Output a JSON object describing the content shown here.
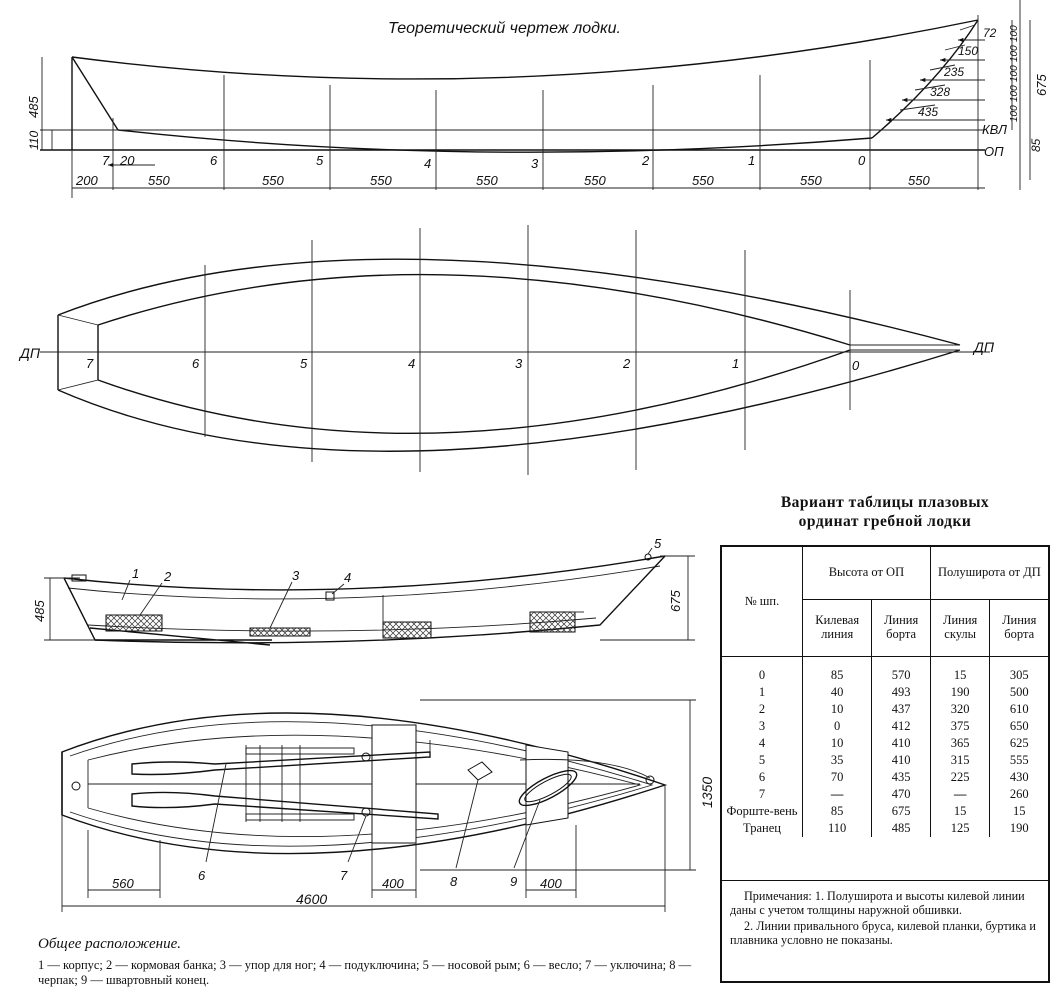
{
  "drawing": {
    "title": "Теоретический чертеж лодки.",
    "profile": {
      "station_labels": [
        "7",
        "6",
        "5",
        "4",
        "3",
        "2",
        "1",
        "0"
      ],
      "dim_200": "200",
      "dim_20": "20",
      "spacing_labels": [
        "550",
        "550",
        "550",
        "550",
        "550",
        "550",
        "550",
        "550"
      ],
      "left_485": "485",
      "left_110": "110",
      "bow_offsets": [
        "72",
        "150",
        "235",
        "328",
        "435"
      ],
      "right_stack": [
        "100",
        "100",
        "100",
        "100",
        "100"
      ],
      "right_675": "675",
      "right_85": "85",
      "kvl": "КВЛ",
      "op": "ОП"
    },
    "plan": {
      "dp_left": "ДП",
      "dp_right": "ДП",
      "station_labels": [
        "7",
        "6",
        "5",
        "4",
        "3",
        "2",
        "1",
        "0"
      ]
    },
    "arrangement": {
      "side_callouts": [
        "1",
        "2",
        "3",
        "4",
        "5"
      ],
      "side_485": "485",
      "side_675": "675",
      "top_1350": "1350",
      "top_560": "560",
      "top_400a": "400",
      "top_400b": "400",
      "top_4600": "4600",
      "top_callouts": [
        "6",
        "7",
        "8",
        "9"
      ]
    }
  },
  "table": {
    "title_line1": "Вариант таблицы плазовых",
    "title_line2": "ординат гребной лодки",
    "head_station": "№ шп.",
    "head_height": "Высота от ОП",
    "head_half": "Полуширота от ДП",
    "sub_keel": "Килевая линия",
    "sub_board_h": "Линия борта",
    "sub_chine": "Линия скулы",
    "sub_board_w": "Линия борта",
    "rows": [
      [
        "0",
        "85",
        "570",
        "15",
        "305"
      ],
      [
        "1",
        "40",
        "493",
        "190",
        "500"
      ],
      [
        "2",
        "10",
        "437",
        "320",
        "610"
      ],
      [
        "3",
        "0",
        "412",
        "375",
        "650"
      ],
      [
        "4",
        "10",
        "410",
        "365",
        "625"
      ],
      [
        "5",
        "35",
        "410",
        "315",
        "555"
      ],
      [
        "6",
        "70",
        "435",
        "225",
        "430"
      ],
      [
        "7",
        "—",
        "470",
        "—",
        "260"
      ],
      [
        "Форште-вень",
        "85",
        "675",
        "15",
        "15"
      ],
      [
        "Транец",
        "110",
        "485",
        "125",
        "190"
      ]
    ],
    "note1": "Примечания: 1. Полуширота и высоты килевой линии даны с учетом толщины наружной обшивки.",
    "note2": "2. Линии привального бруса, килевой планки, буртика и плавника условно не показаны."
  },
  "general": {
    "title": "Общее расположение.",
    "legend": "1 — корпус; 2 — кормовая банка; 3 — упор для ног; 4 — подуключина; 5 — носовой рым; 6 — весло; 7 — уключина; 8 — черпак; 9 — швартовный конец."
  }
}
